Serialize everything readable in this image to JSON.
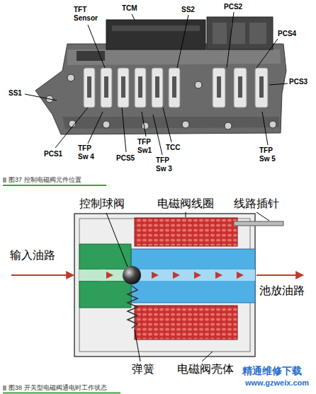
{
  "diagram": {
    "labels": [
      "TCM",
      "TFT Sensor",
      "SS2",
      "PCS2",
      "PCS4",
      "PCS3",
      "SS1",
      "PCS1",
      "TFP Sw 4",
      "PCS5",
      "TFP Sw1",
      "TCC",
      "TFP Sw 3",
      "TFP Sw 5",
      "图37 控制电磁阀元件位置",
      "控制球阀",
      "电磁阀线圈",
      "线路插针",
      "输入油路",
      "池放油路",
      "弹簧",
      "电磁阀壳体",
      "精通维修下载",
      "www.gzweix.com",
      "图38 开关型电磁阀通电时工作状态"
    ]
  }
}
